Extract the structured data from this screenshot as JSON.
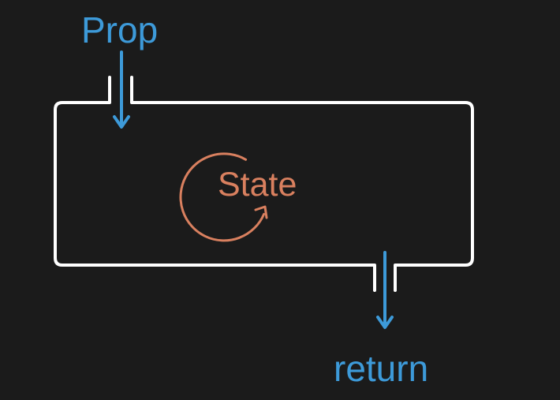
{
  "diagram": {
    "input_label": "Prop",
    "output_label": "return",
    "state_label": "State"
  },
  "colors": {
    "background": "#1b1b1b",
    "box_stroke": "#ffffff",
    "flow_arrow": "#3d9ad9",
    "state": "#d9805f"
  },
  "icons": {
    "state_cycle": "circular-refresh-arrow-icon",
    "input_arrow": "arrow-down-icon",
    "output_arrow": "arrow-down-icon"
  }
}
